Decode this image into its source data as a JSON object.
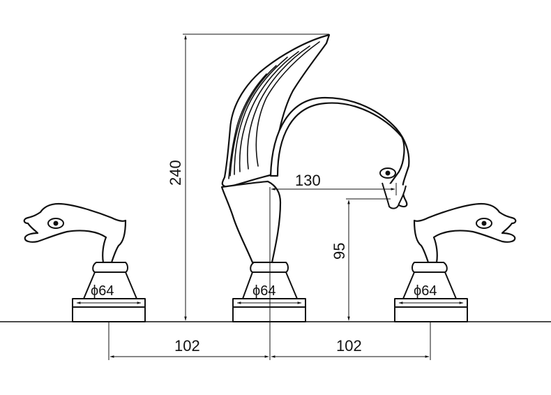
{
  "diagram": {
    "colors": {
      "ink": "#111111",
      "background": "#ffffff"
    },
    "dimensions": {
      "total_height": "240",
      "spout_reach": "130",
      "spout_height": "95",
      "left_spacing": "102",
      "right_spacing": "102"
    },
    "base_diameter_labels": {
      "left_handle": "ϕ64",
      "spout": "ϕ64",
      "right_handle": "ϕ64"
    },
    "parts": [
      "left-handle",
      "swan-spout",
      "right-handle"
    ]
  }
}
